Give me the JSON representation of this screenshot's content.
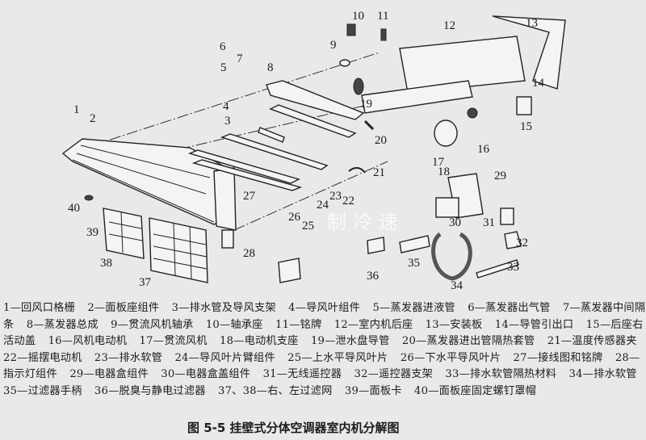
{
  "figure": {
    "caption": "图 5-5   挂壁式分体空调器室内机分解图",
    "watermark": "制冷速",
    "callouts": [
      "1",
      "2",
      "3",
      "4",
      "5",
      "6",
      "7",
      "8",
      "9",
      "10",
      "11",
      "12",
      "13",
      "14",
      "15",
      "16",
      "17",
      "18",
      "19",
      "20",
      "21",
      "22",
      "23",
      "24",
      "25",
      "26",
      "27",
      "28",
      "29",
      "30",
      "31",
      "32",
      "33",
      "34",
      "35",
      "36",
      "37",
      "38",
      "39",
      "40"
    ]
  },
  "legend": [
    "1—回风口格栅",
    "2—面板座组件",
    "3—排水管及导风支架",
    "4—导风叶组件",
    "5—蒸发器进液管",
    "6—蒸发器出气管",
    "7—蒸发器中间隔条",
    "8—蒸发器总成",
    "9—贯流风机轴承",
    "10—轴承座",
    "11—铭牌",
    "12—室内机后座",
    "13—安装板",
    "14—导管引出口",
    "15—后座右活动盖",
    "16—风机电动机",
    "17—贯流风机",
    "18—电动机支座",
    "19—泄水盘导管",
    "20—蒸发器进出管隔热套管",
    "21—温度传感器夹",
    "22—摇摆电动机",
    "23—排水软管",
    "24—导风叶片臂组件",
    "25—上水平导风叶片",
    "26—下水平导风叶片",
    "27—接线图和铭牌",
    "28—指示灯组件",
    "29—电器盒组件",
    "30—电器盒盖组件",
    "31—无线遥控器",
    "32—遥控器支架",
    "33—排水软管隔热材料",
    "34—排水软管",
    "35—过滤器手柄",
    "36—脱臭与静电过滤器",
    "37、38—右、左过滤网",
    "39—面板卡",
    "40—面板座固定螺钉罩帽"
  ]
}
